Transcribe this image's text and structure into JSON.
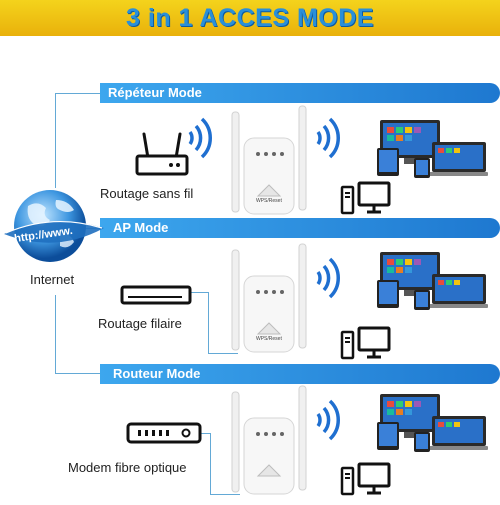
{
  "header": {
    "title": "3 in 1 ACCES MODE"
  },
  "globe": {
    "url_text": "http://www.",
    "label": "Internet"
  },
  "sections": [
    {
      "mode_label": "Répéteur Mode",
      "device_label": "Routage sans fil",
      "device_icon": "wireless-router-icon"
    },
    {
      "mode_label": "AP Mode",
      "device_label": "Routage filaire",
      "device_icon": "wired-router-icon"
    },
    {
      "mode_label": "Routeur Mode",
      "device_label": "Modem fibre optique",
      "device_icon": "fiber-modem-icon"
    }
  ],
  "extender": {
    "button_text": "WPS/Reset"
  },
  "colors": {
    "band": "#2b8fe0",
    "title_yellow": "#f2c714",
    "title_blue": "#2a8fd8"
  }
}
